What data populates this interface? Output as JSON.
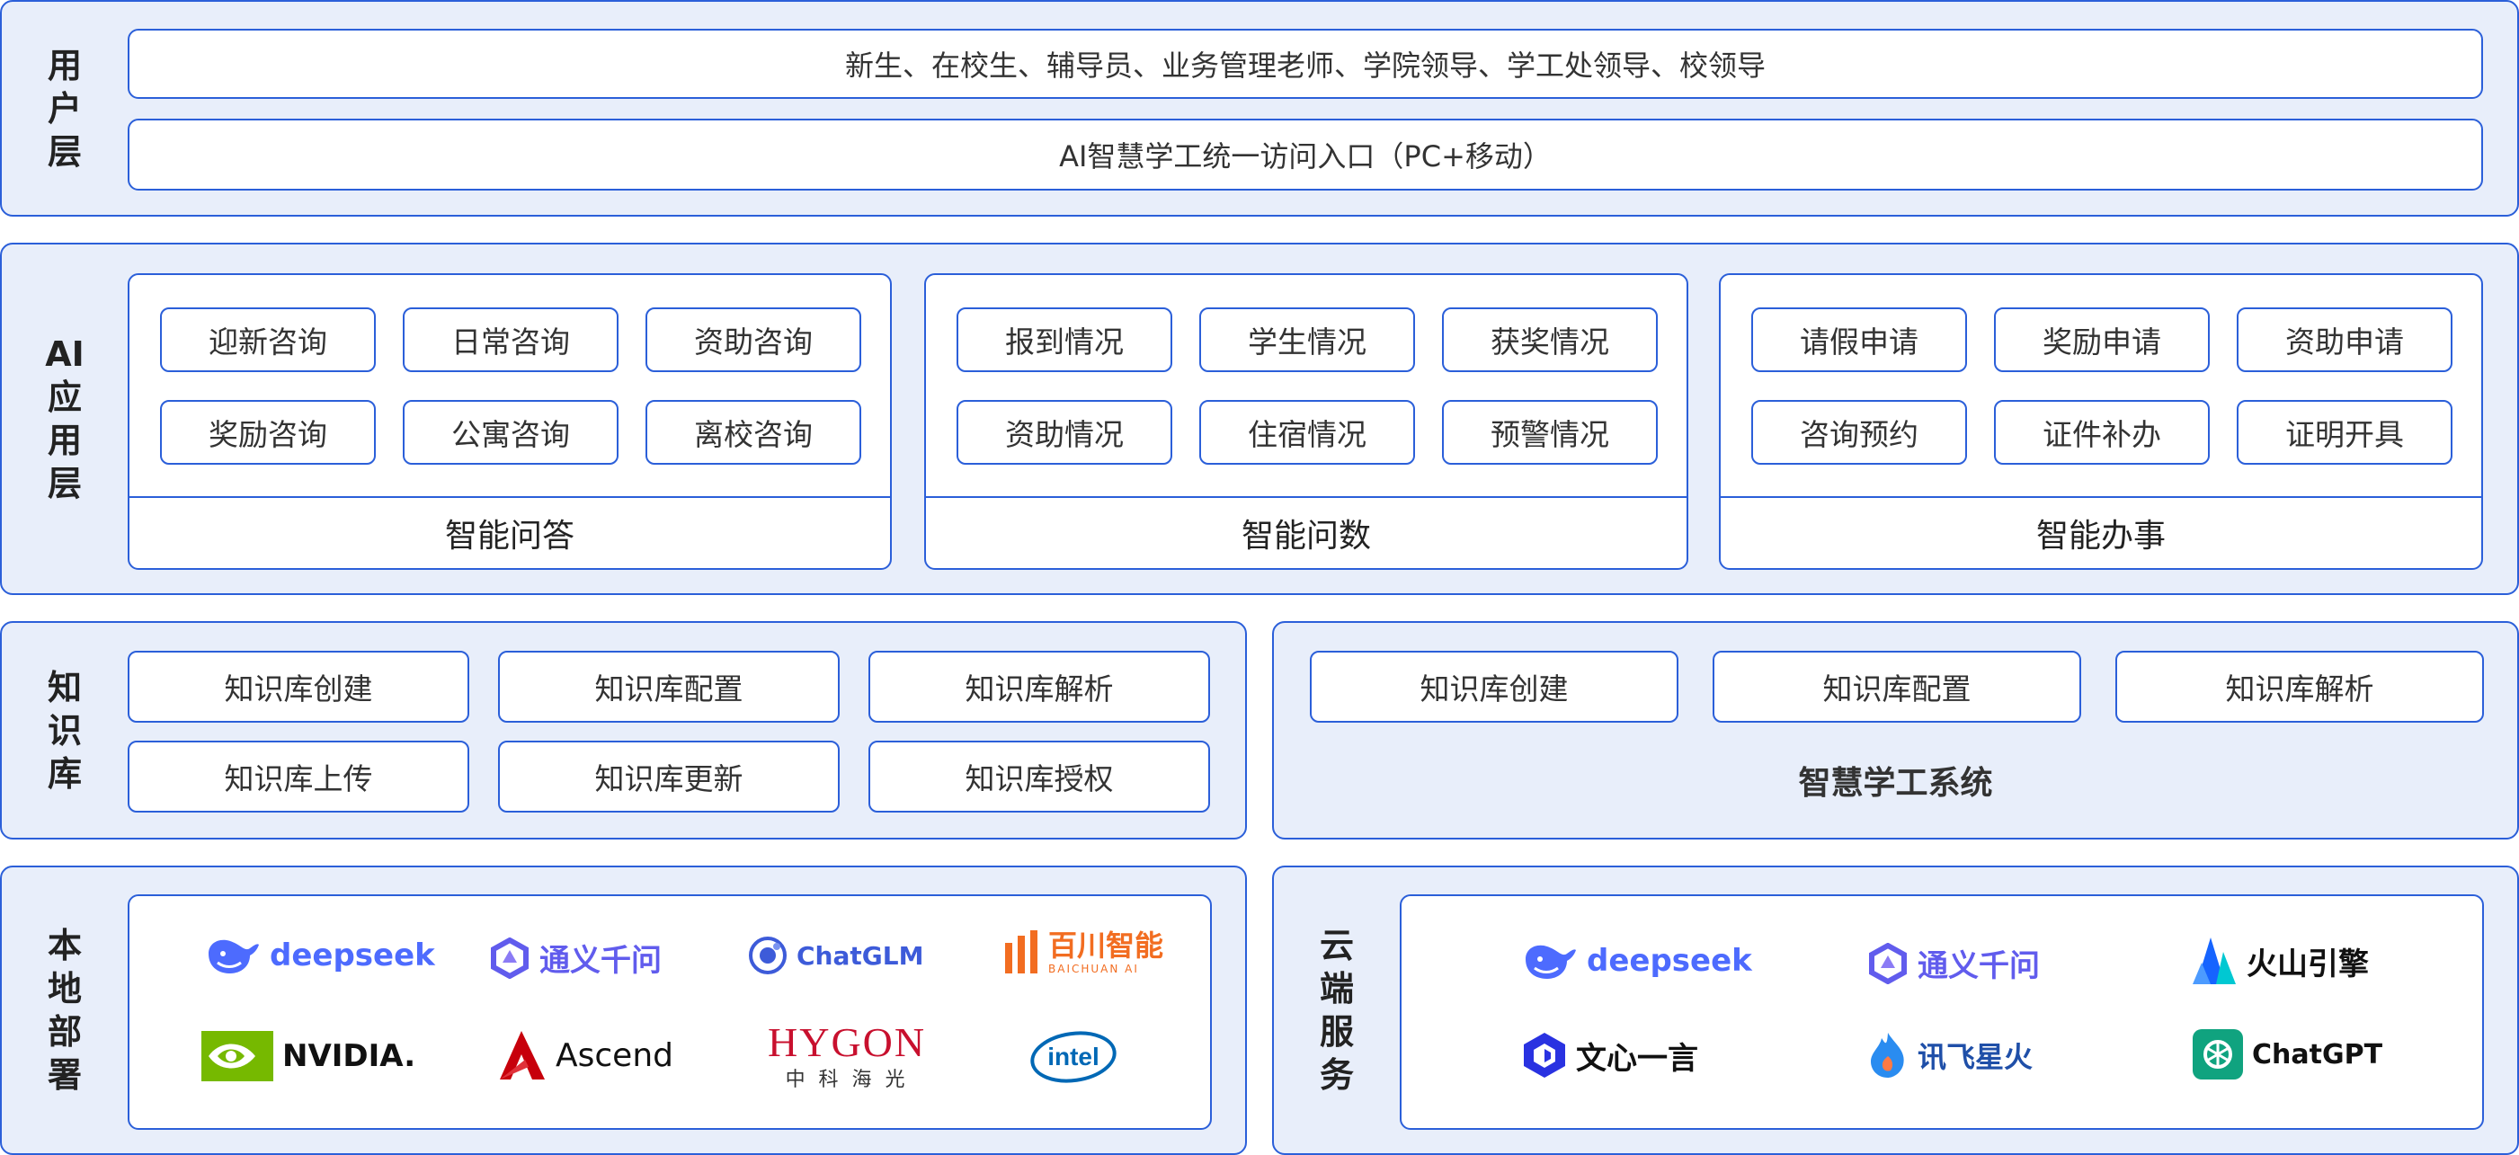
{
  "user_layer": {
    "label": [
      "用",
      "户",
      "层"
    ],
    "users": "新生、在校生、辅导员、业务管理老师、学院领导、学工处领导、校领导",
    "entry": "AI智慧学工统一访问入口（PC+移动）"
  },
  "ai_layer": {
    "label": [
      "AI",
      "应",
      "用",
      "层"
    ],
    "qa": {
      "title": "智能问答",
      "items": [
        "迎新咨询",
        "日常咨询",
        "资助咨询",
        "奖励咨询",
        "公寓咨询",
        "离校咨询"
      ]
    },
    "data": {
      "title": "智能问数",
      "items": [
        "报到情况",
        "学生情况",
        "获奖情况",
        "资助情况",
        "住宿情况",
        "预警情况"
      ]
    },
    "affairs": {
      "title": "智能办事",
      "items": [
        "请假申请",
        "奖励申请",
        "资助申请",
        "咨询预约",
        "证件补办",
        "证明开具"
      ]
    }
  },
  "kb_layer": {
    "label": [
      "知",
      "识",
      "库"
    ],
    "items": [
      "知识库创建",
      "知识库配置",
      "知识库解析",
      "知识库上传",
      "知识库更新",
      "知识库授权"
    ]
  },
  "sys_layer": {
    "items": [
      "知识库创建",
      "知识库配置",
      "知识库解析"
    ],
    "title": "智慧学工系统"
  },
  "local_layer": {
    "label": [
      "本",
      "地",
      "部",
      "署"
    ],
    "logos": [
      {
        "text": "deepseek",
        "icon": "whale-icon",
        "color": "#4d6bfe"
      },
      {
        "text": "通义千问",
        "icon": "tongyi-icon",
        "color": "#615ced"
      },
      {
        "text": "ChatGLM",
        "icon": "chatglm-icon",
        "color": "#3d5bd9"
      },
      {
        "text": "百川智能",
        "sub": "BAICHUAN AI",
        "icon": "baichuan-icon",
        "color": "#f26d21"
      },
      {
        "text": "NVIDIA.",
        "icon": "nvidia-eye-icon",
        "color": "#76b900"
      },
      {
        "text": "Ascend",
        "icon": "ascend-icon",
        "color": "#c7000b"
      },
      {
        "text": "HYGON",
        "sub": "中 科 海 光",
        "icon": "hygon-icon",
        "color": "#c8102e"
      },
      {
        "text": "intel",
        "icon": "intel-icon",
        "color": "#0068b5"
      }
    ]
  },
  "cloud_layer": {
    "label": [
      "云",
      "端",
      "服",
      "务"
    ],
    "logos": [
      {
        "text": "deepseek",
        "icon": "whale-icon",
        "color": "#4d6bfe"
      },
      {
        "text": "通义千问",
        "icon": "tongyi-icon",
        "color": "#615ced"
      },
      {
        "text": "火山引擎",
        "icon": "volcano-icon",
        "color": "#1664ff"
      },
      {
        "text": "文心一言",
        "icon": "wenxin-icon",
        "color": "#2932e1"
      },
      {
        "text": "讯飞星火",
        "icon": "xinghuo-icon",
        "color": "#2a8cf0"
      },
      {
        "text": "ChatGPT",
        "icon": "chatgpt-icon",
        "color": "#10a37f"
      }
    ]
  }
}
